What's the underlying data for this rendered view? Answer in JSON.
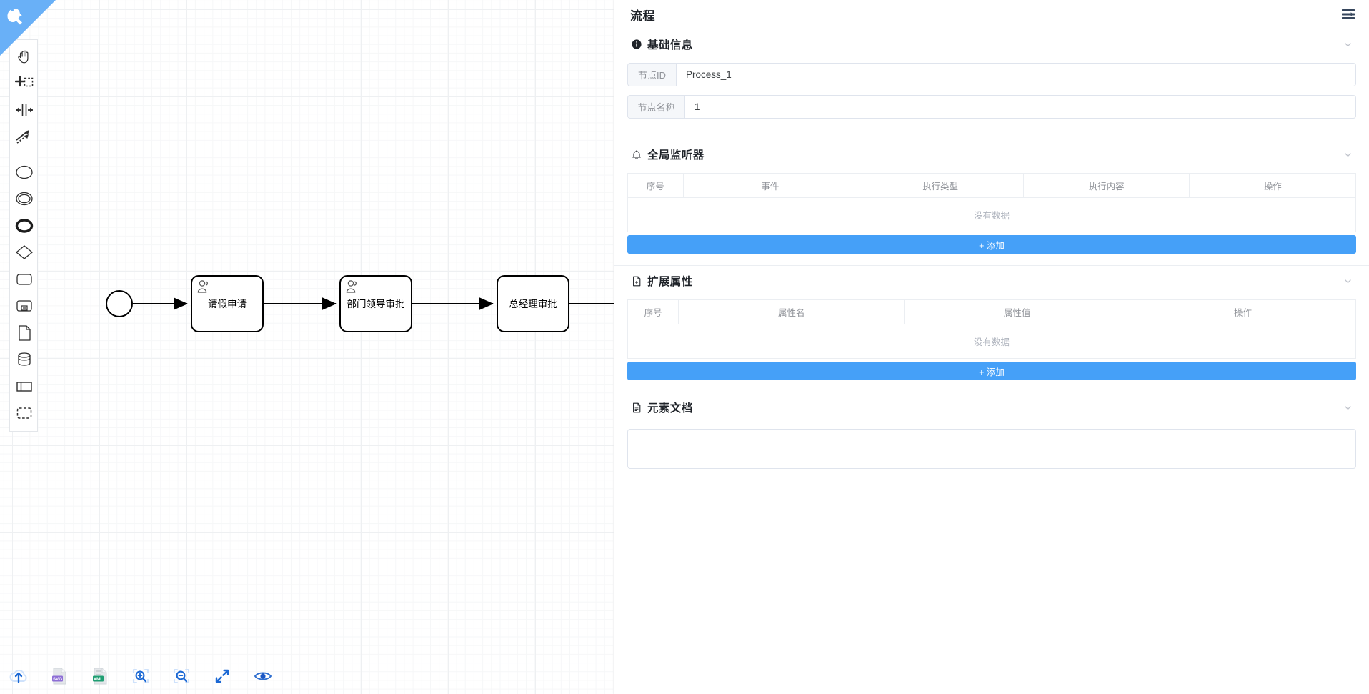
{
  "app": {
    "ribbon_icon": "github-octocat-fork-ribbon"
  },
  "palette": {
    "tools": [
      {
        "name": "hand-tool",
        "icon": "hand-icon"
      },
      {
        "name": "lasso-tool",
        "icon": "lasso-select-icon"
      },
      {
        "name": "space-tool",
        "icon": "space-tool-icon"
      },
      {
        "name": "global-connect-tool",
        "icon": "connect-arrow-icon"
      },
      {
        "name": "create-start-event",
        "icon": "circle-thin-icon"
      },
      {
        "name": "create-intermediate-event",
        "icon": "circle-double-icon"
      },
      {
        "name": "create-end-event",
        "icon": "circle-thick-icon"
      },
      {
        "name": "create-gateway",
        "icon": "diamond-icon"
      },
      {
        "name": "create-task",
        "icon": "rounded-rect-icon"
      },
      {
        "name": "create-subprocess",
        "icon": "subprocess-icon"
      },
      {
        "name": "create-data-object",
        "icon": "document-icon"
      },
      {
        "name": "create-data-store",
        "icon": "database-icon"
      },
      {
        "name": "create-participant",
        "icon": "pool-icon"
      },
      {
        "name": "create-group",
        "icon": "dashed-group-icon"
      }
    ]
  },
  "bottom_toolbar": {
    "tools": [
      {
        "name": "upload-file-button",
        "icon": "upload-cloud-icon",
        "label": ""
      },
      {
        "name": "export-svg-button",
        "icon": "svg-file-icon",
        "label": "SVG"
      },
      {
        "name": "export-xml-button",
        "icon": "xml-file-icon",
        "label": "XML"
      },
      {
        "name": "zoom-in-button",
        "icon": "zoom-in-icon",
        "label": ""
      },
      {
        "name": "zoom-out-button",
        "icon": "zoom-out-icon",
        "label": ""
      },
      {
        "name": "fit-viewport-button",
        "icon": "fit-screen-icon",
        "label": ""
      },
      {
        "name": "preview-button",
        "icon": "eye-icon",
        "label": ""
      }
    ]
  },
  "diagram": {
    "type": "bpmn-process",
    "nodes": [
      {
        "id": "StartEvent_1",
        "kind": "start-event",
        "label": ""
      },
      {
        "id": "Task_1",
        "kind": "user-task",
        "label": "请假申请"
      },
      {
        "id": "Task_2",
        "kind": "user-task",
        "label": "部门领导审批"
      },
      {
        "id": "Task_3",
        "kind": "task",
        "label": "总经理审批"
      },
      {
        "id": "EndEvent_1",
        "kind": "end-event",
        "label": ""
      }
    ],
    "flows": [
      {
        "from": "StartEvent_1",
        "to": "Task_1"
      },
      {
        "from": "Task_1",
        "to": "Task_2"
      },
      {
        "from": "Task_2",
        "to": "Task_3"
      },
      {
        "from": "Task_3",
        "to": "EndEvent_1"
      }
    ]
  },
  "panel": {
    "title": "流程",
    "menu_icon": "hamburger-menu-icon",
    "basic_info": {
      "title": "基础信息",
      "icon": "info-circle-icon",
      "chevron": "chevron-down-icon",
      "fields": [
        {
          "label": "节点ID",
          "value": "Process_1",
          "placeholder": ""
        },
        {
          "label": "节点名称",
          "value": "1",
          "placeholder": ""
        }
      ]
    },
    "global_listener": {
      "title": "全局监听器",
      "icon": "bell-icon",
      "chevron": "chevron-down-icon",
      "columns": [
        "序号",
        "事件",
        "执行类型",
        "执行内容",
        "操作"
      ],
      "rows": [],
      "empty_text": "没有数据",
      "add_label": "+ 添加"
    },
    "extension_properties": {
      "title": "扩展属性",
      "icon": "file-plus-icon",
      "chevron": "chevron-down-icon",
      "columns": [
        "序号",
        "属性名",
        "属性值",
        "操作"
      ],
      "rows": [],
      "empty_text": "没有数据",
      "add_label": "+ 添加"
    },
    "element_documentation": {
      "title": "元素文档",
      "icon": "document-text-icon",
      "chevron": "chevron-down-icon",
      "value": "",
      "placeholder": ""
    }
  }
}
